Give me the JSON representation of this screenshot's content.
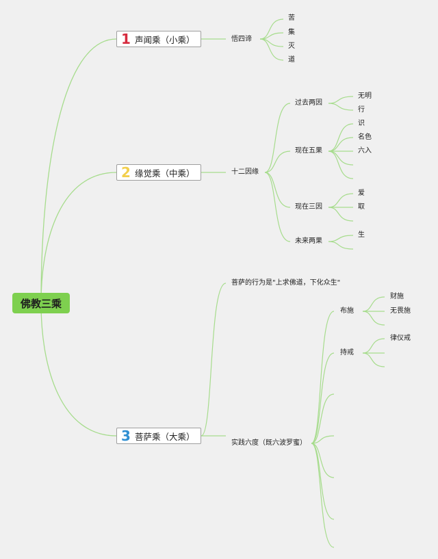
{
  "colors": {
    "line": "#a6dc8c",
    "root_fill": "#7ed04f",
    "num1": "#d62b3e",
    "num2": "#f2cf4d",
    "num3": "#2f8fd2"
  },
  "root": "佛教三乘",
  "vehicles": [
    {
      "num": "1",
      "title": "声闻乘（小乘）"
    },
    {
      "num": "2",
      "title": "缘觉乘（中乘）"
    },
    {
      "num": "3",
      "title": "菩萨乘（大乘）"
    }
  ],
  "v1": {
    "main": "悟四谛",
    "items": [
      "苦",
      "集",
      "灭",
      "道"
    ]
  },
  "v2": {
    "main": "十二因缘",
    "groups": [
      {
        "label": "过去两因",
        "items": [
          "无明",
          "行"
        ]
      },
      {
        "label": "现在五果",
        "items": [
          "识",
          "名色",
          "六入"
        ]
      },
      {
        "label": "现在三因",
        "items": [
          "爱",
          "取"
        ]
      },
      {
        "label": "未来两果",
        "items": [
          "生"
        ]
      }
    ]
  },
  "v3": {
    "practice": "菩萨的行为是\"上求佛道，下化众生\"",
    "perfections": "实践六度（既六波罗蜜）",
    "subs": [
      {
        "label": "布施",
        "items": [
          "财施",
          "无畏施"
        ]
      },
      {
        "label": "持戒",
        "items": [
          "律仪戒"
        ]
      }
    ]
  }
}
